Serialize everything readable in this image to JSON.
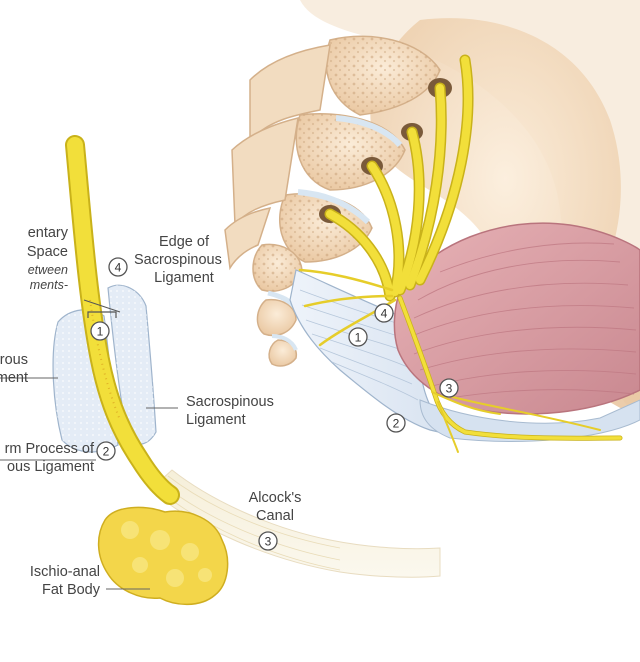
{
  "labels": {
    "intersegmental_l1": "entary",
    "intersegmental_l2": "Space",
    "intersegmental_note_l1": "etween",
    "intersegmental_note_l2": "ments-",
    "edge_l1": "Edge of",
    "edge_l2": "Sacrospinous",
    "edge_l3": "Ligament",
    "sacrotuberous_l1": "rous",
    "sacrotuberous_l2": "ment",
    "sacrospinous_l1": "Sacrospinous",
    "sacrospinous_l2": "Ligament",
    "falciform_l1": "rm Process of",
    "falciform_l2": "ous Ligament",
    "alcock_l1": "Alcock's",
    "alcock_l2": "Canal",
    "fat_l1": "Ischio-anal",
    "fat_l2": "Fat Body"
  },
  "markers": {
    "one": "1",
    "two": "2",
    "three": "3",
    "four": "4"
  },
  "colors": {
    "nerve": "#f2df3a",
    "nerve_outline": "#c9b21a",
    "ligament": "#dbe6f3",
    "bone": "#f0d6b8",
    "muscle": "#e3a7ae",
    "fat": "#f3d64a",
    "label_text": "#444444"
  }
}
